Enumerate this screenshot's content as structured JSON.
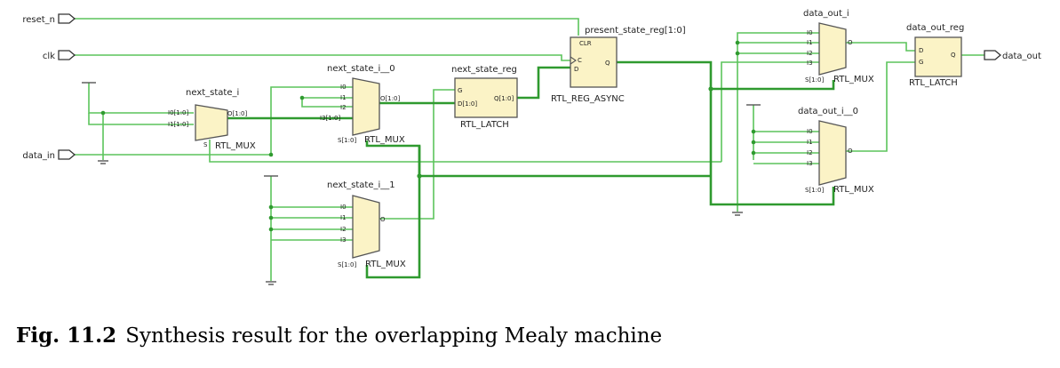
{
  "ports": {
    "reset_n": "reset_n",
    "clk": "clk",
    "data_in": "data_in",
    "data_out": "data_out"
  },
  "cells": {
    "next_state_i": {
      "name": "next_state_i",
      "type": "RTL_MUX",
      "pins": [
        "I0[1:0]",
        "I1[1:0]",
        "O[1:0]",
        "S"
      ]
    },
    "next_state_i_0": {
      "name": "next_state_i__0",
      "type": "RTL_MUX",
      "pins": [
        "I0",
        "I1",
        "I2",
        "I3[1:0]",
        "O[1:0]",
        "S[1:0]"
      ]
    },
    "next_state_i_1": {
      "name": "next_state_i__1",
      "type": "RTL_MUX",
      "pins": [
        "I0",
        "I1",
        "I2",
        "I3",
        "O",
        "S[1:0]"
      ]
    },
    "next_state_reg": {
      "name": "next_state_reg",
      "type": "RTL_LATCH",
      "pins": [
        "G",
        "D[1:0]",
        "Q[1:0]"
      ]
    },
    "present_state_reg": {
      "name": "present_state_reg[1:0]",
      "type": "RTL_REG_ASYNC",
      "pins": [
        "CLR",
        "C",
        "D",
        "Q"
      ]
    },
    "data_out_i": {
      "name": "data_out_i",
      "type": "RTL_MUX",
      "pins": [
        "I0",
        "I1",
        "I2",
        "I3",
        "O",
        "S[1:0]"
      ]
    },
    "data_out_i_0": {
      "name": "data_out_i__0",
      "type": "RTL_MUX",
      "pins": [
        "I0",
        "I1",
        "I2",
        "I3",
        "O",
        "S[1:0]"
      ]
    },
    "data_out_reg": {
      "name": "data_out_reg",
      "type": "RTL_LATCH",
      "pins": [
        "D",
        "G",
        "Q"
      ]
    }
  },
  "caption": {
    "label": "Fig. 11.2",
    "text": "Synthesis result for the overlapping Mealy machine"
  },
  "colors": {
    "wire": "#5cc45c",
    "bus": "#2f9a2f",
    "cell_fill": "#fbf3c6",
    "cell_stroke": "#555555",
    "port": "#333333",
    "ground": "#555555"
  }
}
